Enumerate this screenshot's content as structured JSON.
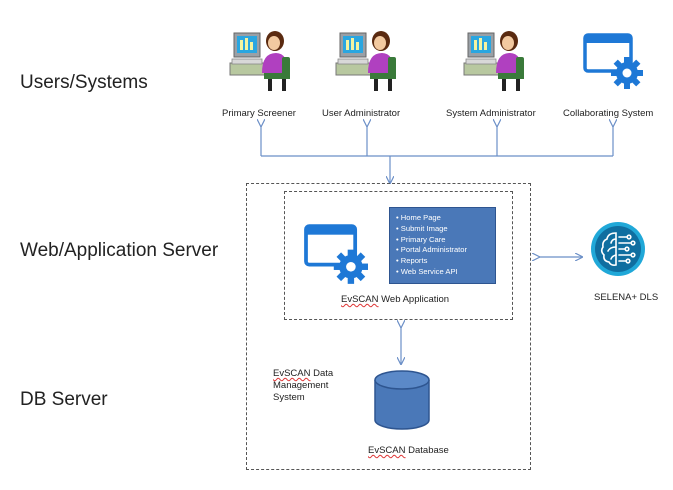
{
  "tiers": {
    "users": "Users/Systems",
    "web": "Web/Application Server",
    "db": "DB Server"
  },
  "actors": [
    {
      "label": "Primary Screener",
      "icon": "user-at-computer-icon"
    },
    {
      "label": "User Administrator",
      "icon": "user-at-computer-icon"
    },
    {
      "label": "System Administrator",
      "icon": "user-at-computer-icon"
    },
    {
      "label": "Collaborating System",
      "icon": "app-window-gear-icon"
    }
  ],
  "web_app": {
    "icon": "app-window-gear-icon",
    "label_brand": "EvSCAN",
    "label_rest": " Web Application",
    "menu": [
      "Home Page",
      "Submit Image",
      "Primary Care",
      "Portal Administrator",
      "Reports",
      "Web Service API"
    ]
  },
  "external": {
    "label": "SELENA+ DLS",
    "icon": "ai-brain-icon"
  },
  "dms": {
    "line1_brand": "EvSCAN",
    "line1_rest": " Data",
    "line2": "Management",
    "line3": "System"
  },
  "database": {
    "label_brand": "EvSCAN",
    "label_rest": " Database",
    "icon": "database-cylinder-icon"
  },
  "colors": {
    "connector": "#6b8fc7",
    "icon_blue": "#1e78d6",
    "menu_fill": "#4a78b8",
    "db_fill": "#4a78b8",
    "brain_teal": "#20a8d8"
  }
}
